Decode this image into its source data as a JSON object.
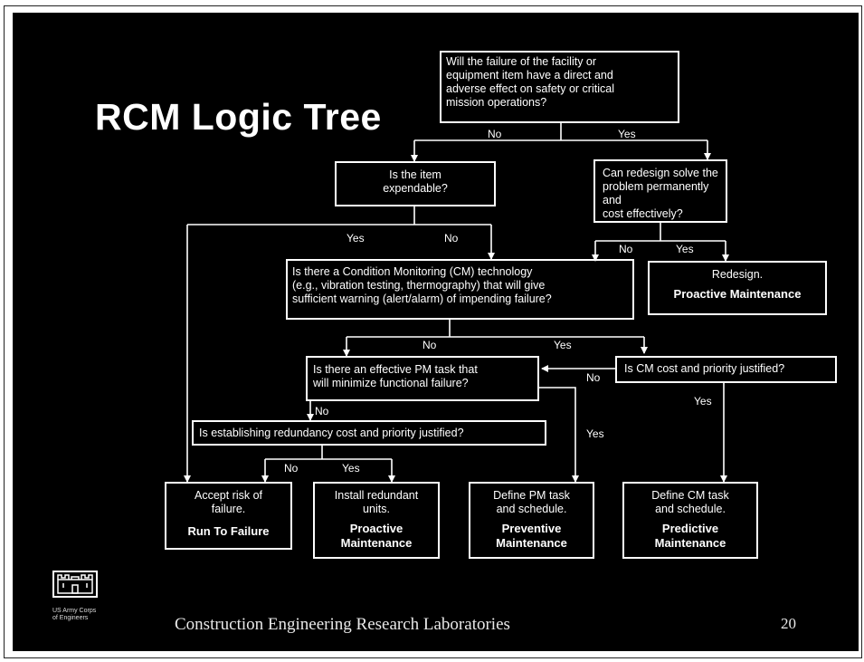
{
  "title": "RCM Logic Tree",
  "nodes": {
    "root": [
      "Will the failure of the facility or",
      "equipment item have a direct and",
      "adverse effect on safety or critical",
      "mission operations?"
    ],
    "expendable": [
      "Is the item",
      "expendable?"
    ],
    "redesign_q": [
      "Can redesign solve the",
      "problem permanently and",
      "cost effectively?"
    ],
    "cm_tech": [
      "Is there a Condition Monitoring (CM) technology",
      "(e.g., vibration testing, thermography) that will give",
      "sufficient warning (alert/alarm) of impending failure?"
    ],
    "redesign_box": {
      "text": "Redesign.",
      "bold": "Proactive Maintenance"
    },
    "pm_task": [
      "Is there an effective PM task that",
      "will minimize functional failure?"
    ],
    "cm_cost": "Is CM cost and priority justified?",
    "redundancy": "Is establishing redundancy cost and priority justified?",
    "run_to_failure": {
      "text": [
        "Accept risk of",
        "failure."
      ],
      "bold": "Run To Failure"
    },
    "install_redundant": {
      "text": [
        "Install redundant",
        "units."
      ],
      "bold": [
        "Proactive",
        "Maintenance"
      ]
    },
    "define_pm": {
      "text": [
        "Define PM task",
        "and schedule."
      ],
      "bold": [
        "Preventive",
        "Maintenance"
      ]
    },
    "define_cm": {
      "text": [
        "Define CM task",
        "and schedule."
      ],
      "bold": [
        "Predictive",
        "Maintenance"
      ]
    }
  },
  "labels": {
    "root_no": "No",
    "root_yes": "Yes",
    "exp_yes": "Yes",
    "exp_no": "No",
    "red_no": "No",
    "red_yes": "Yes",
    "cm_no": "No",
    "cm_yes": "Yes",
    "cmcost_no": "No",
    "cmcost_yes": "Yes",
    "pm_no": "No",
    "pm_yes": "Yes",
    "redund_no": "No",
    "redund_yes": "Yes"
  },
  "footer": {
    "org_logo_text": "US Army Corps of Engineers",
    "lab_name": "Construction Engineering Research Laboratories",
    "page_number": "20"
  }
}
